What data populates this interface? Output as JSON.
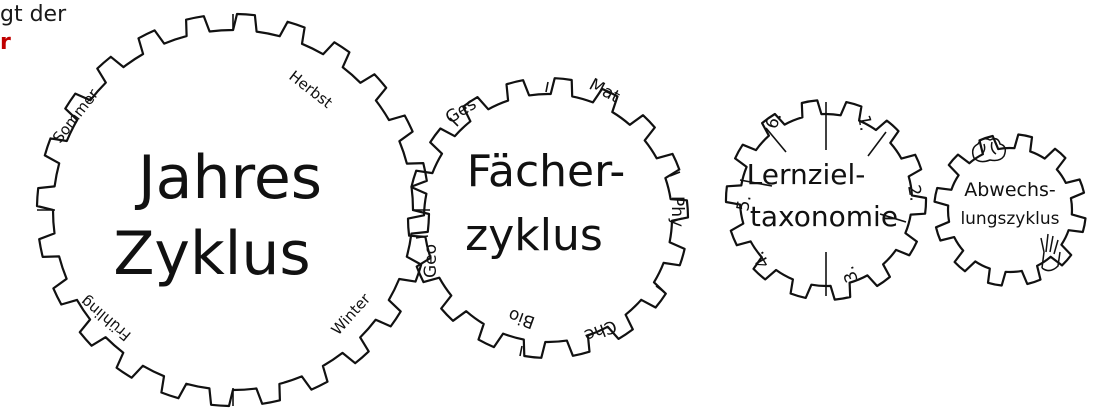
{
  "header": {
    "line1": "gt der",
    "line2": "r"
  },
  "colors": {
    "accent": "#c00000",
    "ink": "#111111"
  },
  "gears": [
    {
      "title_lines": [
        "Jahres",
        "Zyklus"
      ],
      "segments": [
        "Herbst",
        "Winter",
        "Frühling",
        "Sommer"
      ]
    },
    {
      "title_lines": [
        "Fächer-",
        "zyklus"
      ],
      "segments": [
        "Mat",
        "Phy",
        "Che",
        "Bio",
        "Geo",
        "Ges"
      ]
    },
    {
      "title_lines": [
        "Lernziel-",
        "taxonomie"
      ],
      "segments": [
        "1.",
        "2.",
        "3.",
        "4.",
        "5.",
        "6."
      ]
    },
    {
      "title_lines": [
        "Abwechs-",
        "lungszyklus"
      ],
      "segments": []
    }
  ]
}
